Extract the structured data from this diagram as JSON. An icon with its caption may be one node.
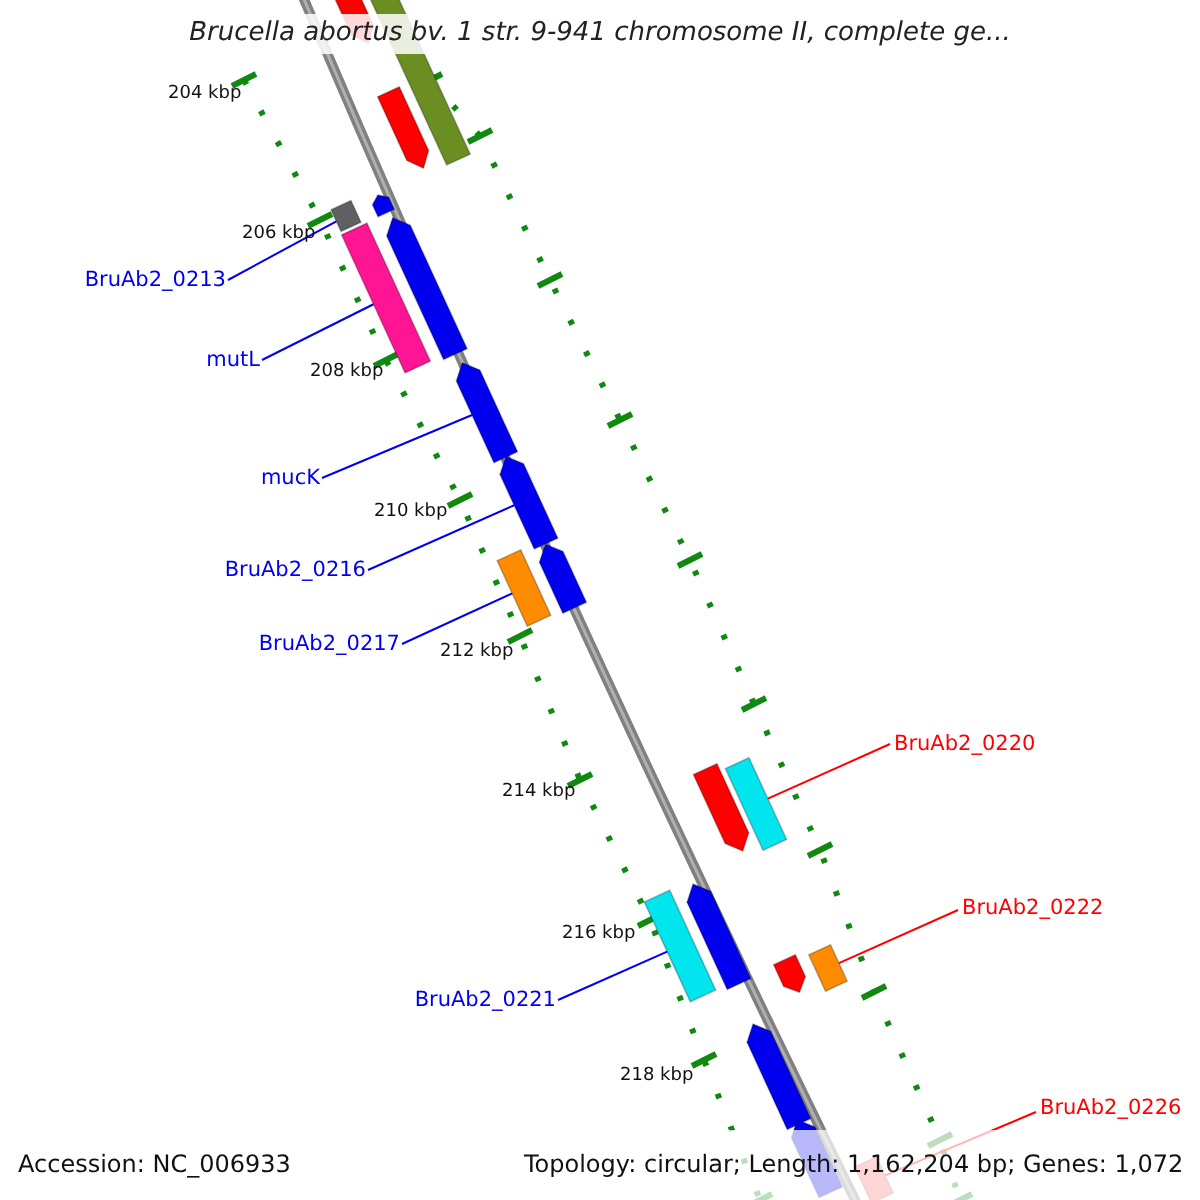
{
  "diagram": {
    "title": "Brucella abortus bv. 1 str. 9-941 chromosome II, complete ge...",
    "nodes": [
      {
        "text": [
          "BruAb2_0213"
        ]
      },
      {
        "text": [
          "mutL"
        ]
      },
      {
        "text": [
          "mucK"
        ]
      },
      {
        "text": [
          "BruAb2_0216"
        ]
      },
      {
        "text": [
          "BruAb2_0217"
        ]
      },
      {
        "text": [
          "BruAb2_0220"
        ]
      },
      {
        "text": [
          "BruAb2_0222"
        ]
      },
      {
        "text": [
          "BruAb2_0221"
        ]
      },
      {
        "text": [
          "BruAb2_0226"
        ]
      },
      {
        "text": [],
        "shape": "arrow"
      },
      {
        "text": [],
        "shape": "box"
      },
      {
        "text": [],
        "shape": "arrow"
      },
      {
        "text": [],
        "shape": "arrow"
      },
      {
        "text": [],
        "shape": "box"
      },
      {
        "text": [],
        "shape": "arrow"
      },
      {
        "text": [],
        "shape": "box"
      },
      {
        "text": [],
        "shape": "arrow"
      },
      {
        "text": [],
        "shape": "arrow"
      },
      {
        "text": [],
        "shape": "arrow"
      },
      {
        "text": [],
        "shape": "box"
      },
      {
        "text": [],
        "shape": "box"
      },
      {
        "text": [],
        "shape": "arrow"
      },
      {
        "text": [],
        "shape": "arrow"
      },
      {
        "text": [],
        "shape": "box"
      },
      {
        "text": [],
        "shape": "box"
      },
      {
        "text": [],
        "shape": "arrow"
      },
      {
        "text": [],
        "shape": "arrow"
      },
      {
        "text": [],
        "shape": "arrow"
      },
      {
        "text": [],
        "shape": "box"
      }
    ],
    "edges": [
      {
        "from": 0,
        "to": 13,
        "arrow": "none"
      },
      {
        "from": 1,
        "to": 15,
        "arrow": "none"
      },
      {
        "from": 2,
        "to": 16,
        "arrow": "none"
      },
      {
        "from": 3,
        "to": 17,
        "arrow": "none"
      },
      {
        "from": 4,
        "to": 19,
        "arrow": "none"
      },
      {
        "from": 5,
        "to": 20,
        "arrow": "none",
        "color": "#ff0000"
      },
      {
        "from": 6,
        "to": 24,
        "arrow": "none",
        "color": "#ff0000"
      },
      {
        "from": 7,
        "to": 23,
        "arrow": "none"
      },
      {
        "from": 8,
        "to": 28,
        "arrow": "none",
        "color": "#ff0000"
      }
    ],
    "labels": [
      "204 kbp",
      "206 kbp",
      "208 kbp",
      "210 kbp",
      "212 kbp",
      "214 kbp",
      "216 kbp",
      "218 kbp",
      "Accession: NC_006933",
      "Topology: circular; Length: 1,162,204 bp; Genes: 1,072"
    ]
  }
}
